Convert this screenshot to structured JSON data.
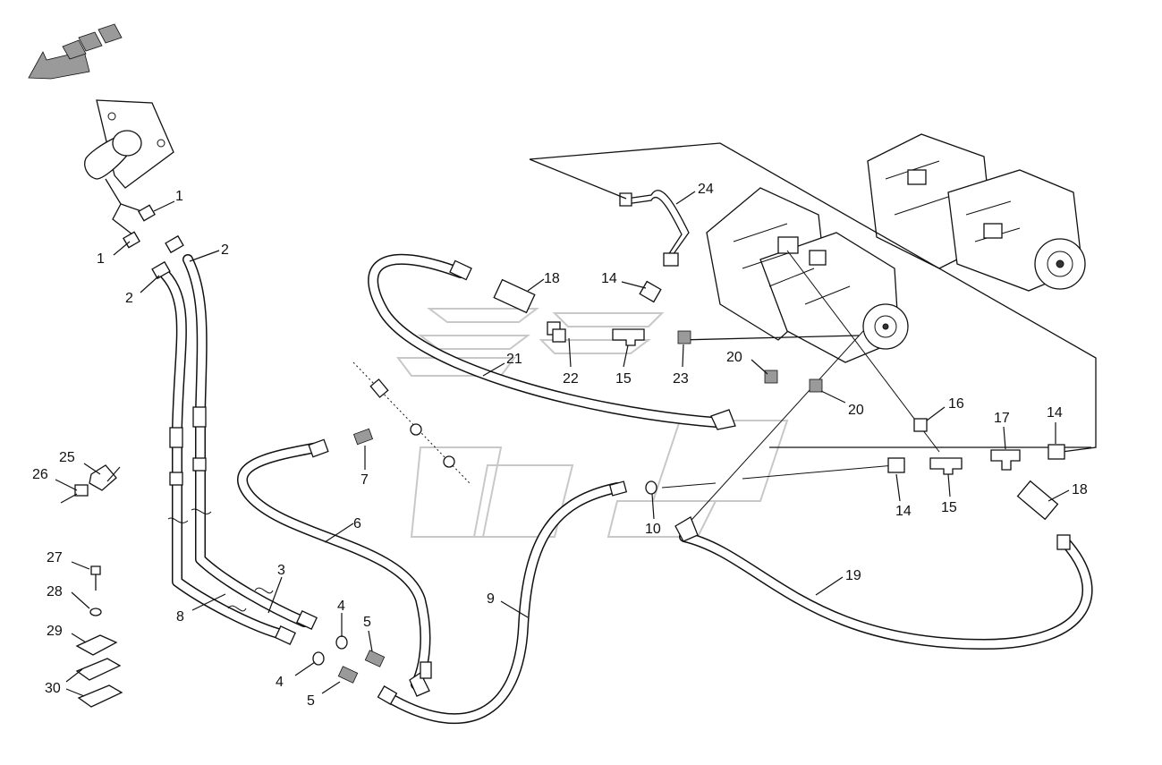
{
  "diagram": {
    "callouts": [
      "1",
      "1",
      "2",
      "2",
      "3",
      "4",
      "4",
      "5",
      "5",
      "6",
      "7",
      "8",
      "9",
      "10",
      "14",
      "14",
      "14",
      "15",
      "15",
      "16",
      "17",
      "18",
      "18",
      "19",
      "20",
      "20",
      "21",
      "22",
      "23",
      "24",
      "25",
      "26",
      "27",
      "28",
      "29",
      "30"
    ]
  }
}
